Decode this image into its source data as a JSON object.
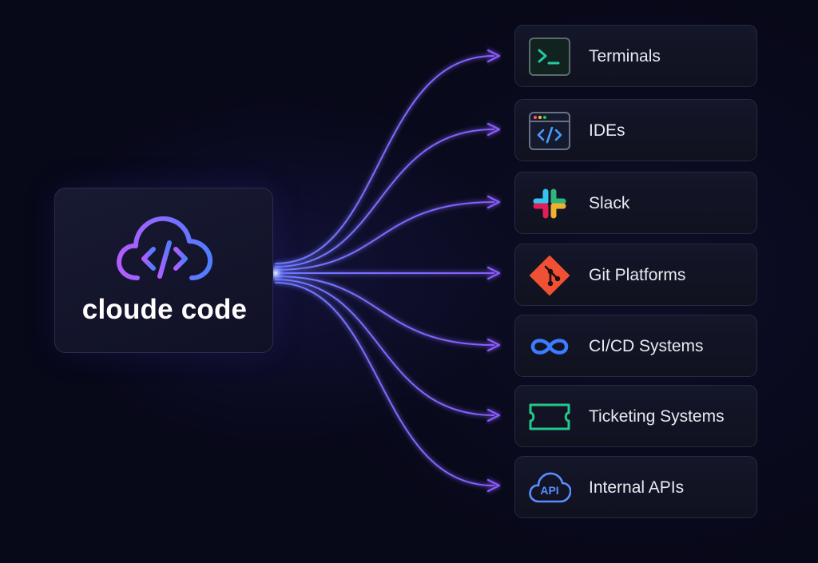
{
  "hub": {
    "title": "cloude code",
    "icon": "cloud-code-icon"
  },
  "targets": [
    {
      "label": "Terminals",
      "icon": "terminal-icon"
    },
    {
      "label": "IDEs",
      "icon": "ide-window-icon"
    },
    {
      "label": "Slack",
      "icon": "slack-icon"
    },
    {
      "label": "Git Platforms",
      "icon": "git-icon"
    },
    {
      "label": "CI/CD Systems",
      "icon": "infinity-loop-icon"
    },
    {
      "label": "Ticketing Systems",
      "icon": "ticket-icon"
    },
    {
      "label": "Internal APIs",
      "icon": "api-cloud-icon",
      "icon_text": "API"
    }
  ],
  "colors": {
    "background": "#070818",
    "connector": "#7b5cff",
    "terminal": "#22c9a6",
    "ide": "#4c9cff",
    "git": "#f05033",
    "cicd": "#3d7bff",
    "ticket": "#22c98a",
    "api": "#5b8cff"
  }
}
